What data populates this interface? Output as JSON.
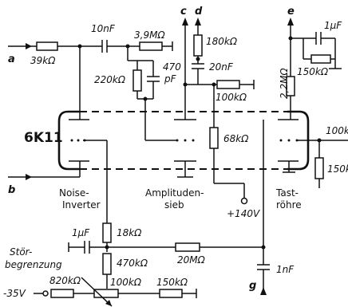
{
  "tube": {
    "label": "6K11"
  },
  "sections": {
    "noise_inverter": [
      "Noise-",
      "Inverter"
    ],
    "amplitudensieb": [
      "Amplituden-",
      "sieb"
    ],
    "tastroehre": [
      "Tast-",
      "röhre"
    ],
    "stoerbegrenzung": [
      "Stör-",
      "begrenzung"
    ]
  },
  "terminals": {
    "a": "a",
    "b": "b",
    "c": "c",
    "d": "d",
    "e": "e",
    "g": "g"
  },
  "supplies": {
    "plus140": "+140V",
    "minus35": "-35V"
  },
  "components": {
    "r_39k": "39kΩ",
    "c_10n": "10nF",
    "r_3m9": "3,9MΩ",
    "c_470p": [
      "470",
      "pF"
    ],
    "r_220k": "220kΩ",
    "r_180k": "180kΩ",
    "c_20n": "20nF",
    "r_100k_mid": "100kΩ",
    "r_68k": "68kΩ",
    "r_2m2": "2,2MΩ",
    "c_1u_top": "1µF",
    "r_150k_top": "150kΩ",
    "r_100k_right": "100k",
    "r_150k_right": "150k",
    "r_18k": "18kΩ",
    "c_1u_left": "1µF",
    "r_470k": "470kΩ",
    "r_20m": "20MΩ",
    "c_1n": "1nF",
    "r_820k": "820kΩ",
    "r_100k_pot": "100kΩ",
    "r_150k_bottom": "150kΩ"
  }
}
